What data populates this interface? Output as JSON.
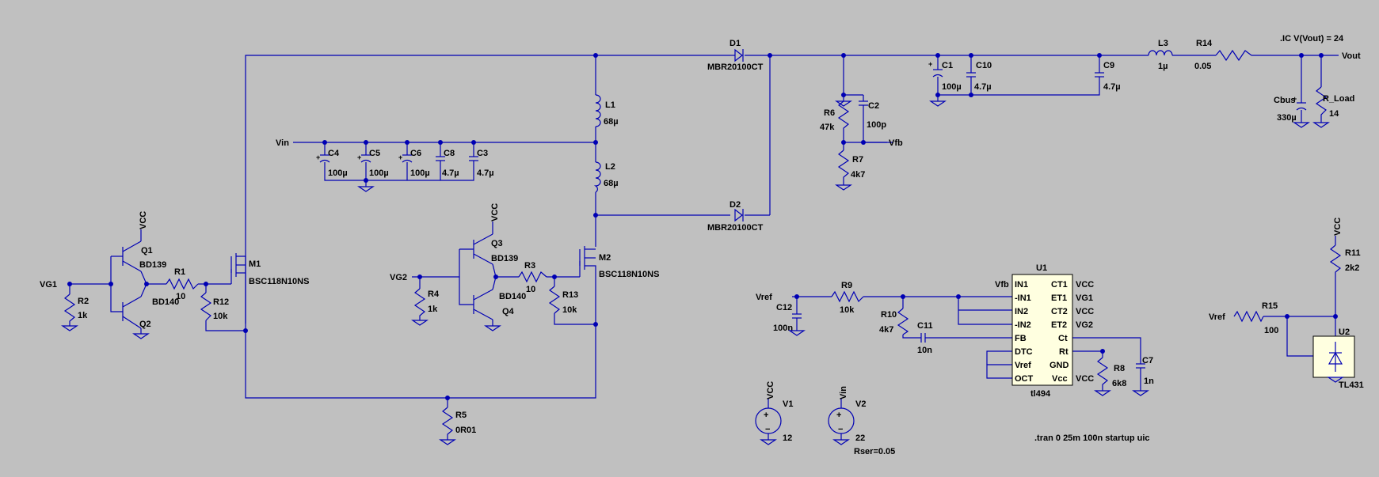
{
  "directives": {
    "ic": ".IC V(Vout) = 24",
    "tran": ".tran 0 25m 100n startup uic"
  },
  "nets": {
    "vin": "Vin",
    "vout": "Vout",
    "vfb": "Vfb",
    "vg1": "VG1",
    "vg2": "VG2",
    "vref_a": "Vref",
    "vref_b": "Vref",
    "vcc_q1": "VCC",
    "vcc_q3": "VCC",
    "vcc_r11": "VCC"
  },
  "components": {
    "D1": {
      "ref": "D1",
      "value": "MBR20100CT"
    },
    "D2": {
      "ref": "D2",
      "value": "MBR20100CT"
    },
    "L1": {
      "ref": "L1",
      "value": "68µ"
    },
    "L2": {
      "ref": "L2",
      "value": "68µ"
    },
    "L3": {
      "ref": "L3",
      "value": "1µ"
    },
    "R14": {
      "ref": "R14",
      "value": "0.05"
    },
    "C1": {
      "ref": "C1",
      "value": "100µ"
    },
    "C10": {
      "ref": "C10",
      "value": "4.7µ"
    },
    "C9": {
      "ref": "C9",
      "value": "4.7µ"
    },
    "Cbus": {
      "ref": "Cbus",
      "value": "330µ"
    },
    "RLoad": {
      "ref": "R_Load",
      "value": "14"
    },
    "R6": {
      "ref": "R6",
      "value": "47k"
    },
    "R7": {
      "ref": "R7",
      "value": "4k7"
    },
    "C2": {
      "ref": "C2",
      "value": "100p"
    },
    "C4": {
      "ref": "C4",
      "value": "100µ"
    },
    "C5": {
      "ref": "C5",
      "value": "100µ"
    },
    "C6": {
      "ref": "C6",
      "value": "100µ"
    },
    "C8": {
      "ref": "C8",
      "value": "4.7µ"
    },
    "C3": {
      "ref": "C3",
      "value": "4.7µ"
    },
    "Q1": {
      "ref": "Q1",
      "value": "BD139"
    },
    "Q2": {
      "ref": "Q2",
      "value": "BD140"
    },
    "Q3": {
      "ref": "Q3",
      "value": "BD139"
    },
    "Q4": {
      "ref": "Q4",
      "value": "BD140"
    },
    "R1": {
      "ref": "R1",
      "value": "10"
    },
    "R2": {
      "ref": "R2",
      "value": "1k"
    },
    "R12": {
      "ref": "R12",
      "value": "10k"
    },
    "M1": {
      "ref": "M1",
      "value": "BSC118N10NS"
    },
    "M2": {
      "ref": "M2",
      "value": "BSC118N10NS"
    },
    "R3": {
      "ref": "R3",
      "value": "10"
    },
    "R4": {
      "ref": "R4",
      "value": "1k"
    },
    "R13": {
      "ref": "R13",
      "value": "10k"
    },
    "R5": {
      "ref": "R5",
      "value": "0R01"
    },
    "C12": {
      "ref": "C12",
      "value": "100n"
    },
    "R9": {
      "ref": "R9",
      "value": "10k"
    },
    "R10": {
      "ref": "R10",
      "value": "4k7"
    },
    "C11": {
      "ref": "C11",
      "value": "10n"
    },
    "U1": {
      "ref": "U1",
      "value": "tl494"
    },
    "R8": {
      "ref": "R8",
      "value": "6k8"
    },
    "C7": {
      "ref": "C7",
      "value": "1n"
    },
    "V1": {
      "ref": "V1",
      "value": "12",
      "net": "VCC"
    },
    "V2": {
      "ref": "V2",
      "value": "22",
      "net": "Vin",
      "extra": "Rser=0.05"
    },
    "R11": {
      "ref": "R11",
      "value": "2k2"
    },
    "R15": {
      "ref": "R15",
      "value": "100"
    },
    "U2": {
      "ref": "U2",
      "value": "TL431"
    }
  },
  "tl494": {
    "left_pins": [
      "IN1",
      "-IN1",
      "IN2",
      "-IN2",
      "FB",
      "DTC",
      "Vref",
      "OCT"
    ],
    "right_pins": [
      "CT1",
      "ET1",
      "CT2",
      "ET2",
      "Ct",
      "Rt",
      "GND",
      "Vcc"
    ],
    "left_labels": [
      "Vfb"
    ],
    "right_labels": [
      "VCC",
      "VG1",
      "VCC",
      "VG2",
      "VCC"
    ]
  }
}
